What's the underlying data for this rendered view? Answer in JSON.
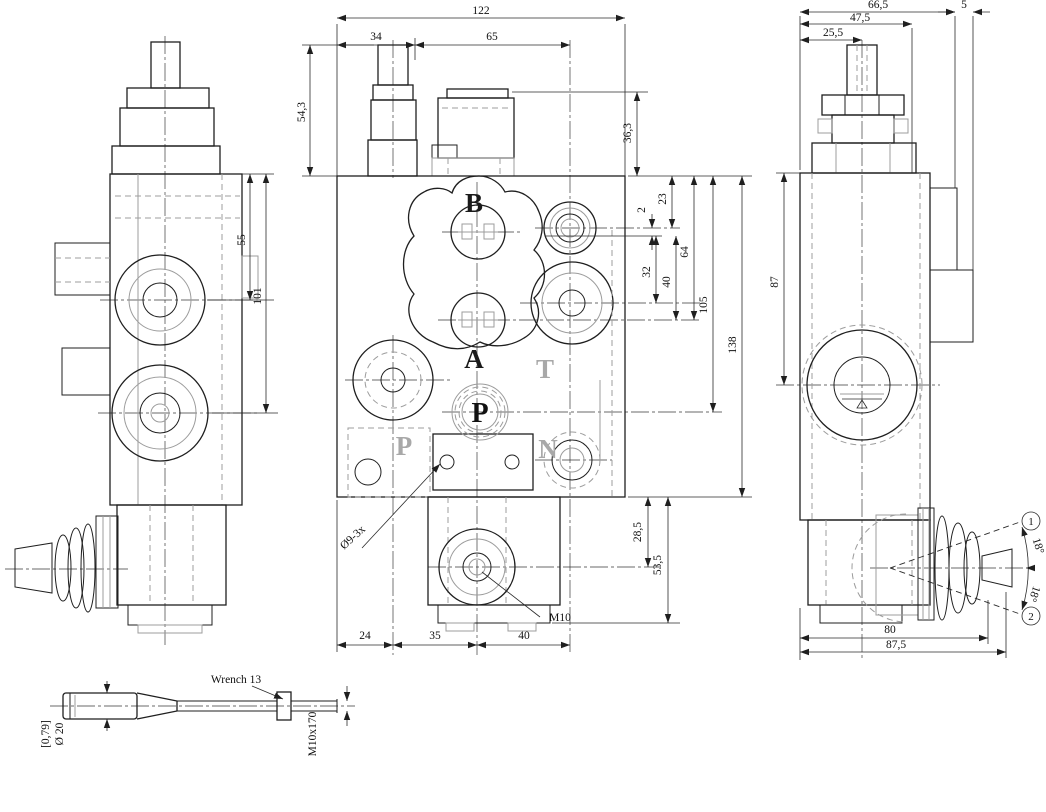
{
  "front_view": {
    "dim_122": "122",
    "dim_34": "34",
    "dim_65": "65",
    "dim_54_3": "54,3",
    "dim_36_3": "36,3",
    "dim_23": "23",
    "dim_2": "2",
    "dim_32": "32",
    "dim_40": "40",
    "dim_64": "64",
    "dim_105": "105",
    "dim_138": "138",
    "dim_28_5": "28,5",
    "dim_53_5": "53,5",
    "dim_24": "24",
    "dim_35": "35",
    "dim_40_bottom": "40",
    "label_holes": "Ø9-3x",
    "label_thread": "M10",
    "port_b": "B",
    "port_a": "A",
    "port_p": "P",
    "port_t": "T",
    "port_n": "N",
    "logo_letter": "P"
  },
  "left_view": {
    "dim_55": "55",
    "dim_101": "101"
  },
  "right_view": {
    "dim_66_5": "66,5",
    "dim_47_5": "47,5",
    "dim_25_5": "25,5",
    "dim_5": "5",
    "dim_87": "87",
    "dim_80": "80",
    "dim_87_5": "87,5",
    "angle_upper": "18°",
    "angle_lower": "18°",
    "marker_1": "1",
    "marker_2": "2"
  },
  "detail_view": {
    "label_wrench": "Wrench 13",
    "label_handle_tol": "[0,79]",
    "label_handle_dia": "Ø 20",
    "label_rod_thread": "M10x170"
  }
}
